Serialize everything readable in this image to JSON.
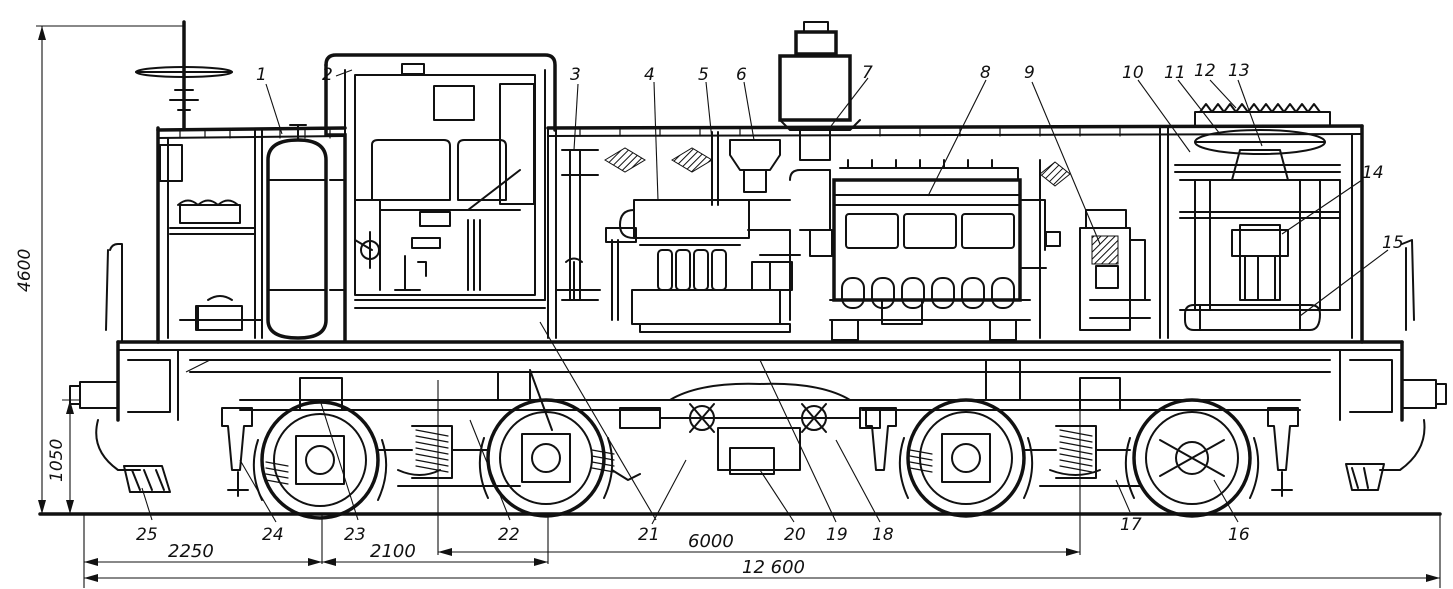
{
  "callouts": [
    {
      "n": "1"
    },
    {
      "n": "2"
    },
    {
      "n": "3"
    },
    {
      "n": "4"
    },
    {
      "n": "5"
    },
    {
      "n": "6"
    },
    {
      "n": "7"
    },
    {
      "n": "8"
    },
    {
      "n": "9"
    },
    {
      "n": "10"
    },
    {
      "n": "11"
    },
    {
      "n": "12"
    },
    {
      "n": "13"
    },
    {
      "n": "14"
    },
    {
      "n": "15"
    },
    {
      "n": "16"
    },
    {
      "n": "17"
    },
    {
      "n": "18"
    },
    {
      "n": "19"
    },
    {
      "n": "20"
    },
    {
      "n": "21"
    },
    {
      "n": "22"
    },
    {
      "n": "23"
    },
    {
      "n": "24"
    },
    {
      "n": "25"
    }
  ],
  "dimensions": {
    "height_total": "4600",
    "coupler_height": "1050",
    "front_overhang": "2250",
    "bogie_wheelbase": "2100",
    "bogie_centers": "6000",
    "overall_length": "12 600"
  }
}
